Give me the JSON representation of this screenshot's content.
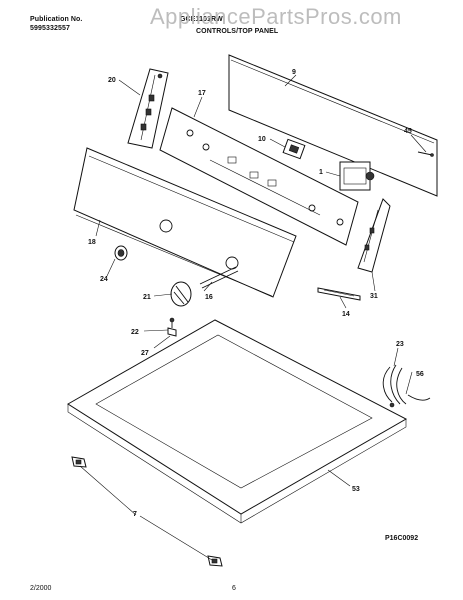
{
  "header": {
    "publication_label": "Publication No.",
    "publication_number": "5995332557",
    "model_code": "GCE1101RW",
    "title": "CONTROLS/TOP PANEL"
  },
  "watermark": "AppliancePartsPros.com",
  "diagram_code": "P16C0092",
  "footer": {
    "date": "2/2000",
    "page": "6"
  },
  "callouts": {
    "c1": "1",
    "c7": "7",
    "c9": "9",
    "c10": "10",
    "c14": "14",
    "c16": "16",
    "c17": "17",
    "c18": "18",
    "c20": "20",
    "c21": "21",
    "c22": "22",
    "c23": "23",
    "c24": "24",
    "c27": "27",
    "c31": "31",
    "c45": "45",
    "c53": "53",
    "c56": "56"
  }
}
